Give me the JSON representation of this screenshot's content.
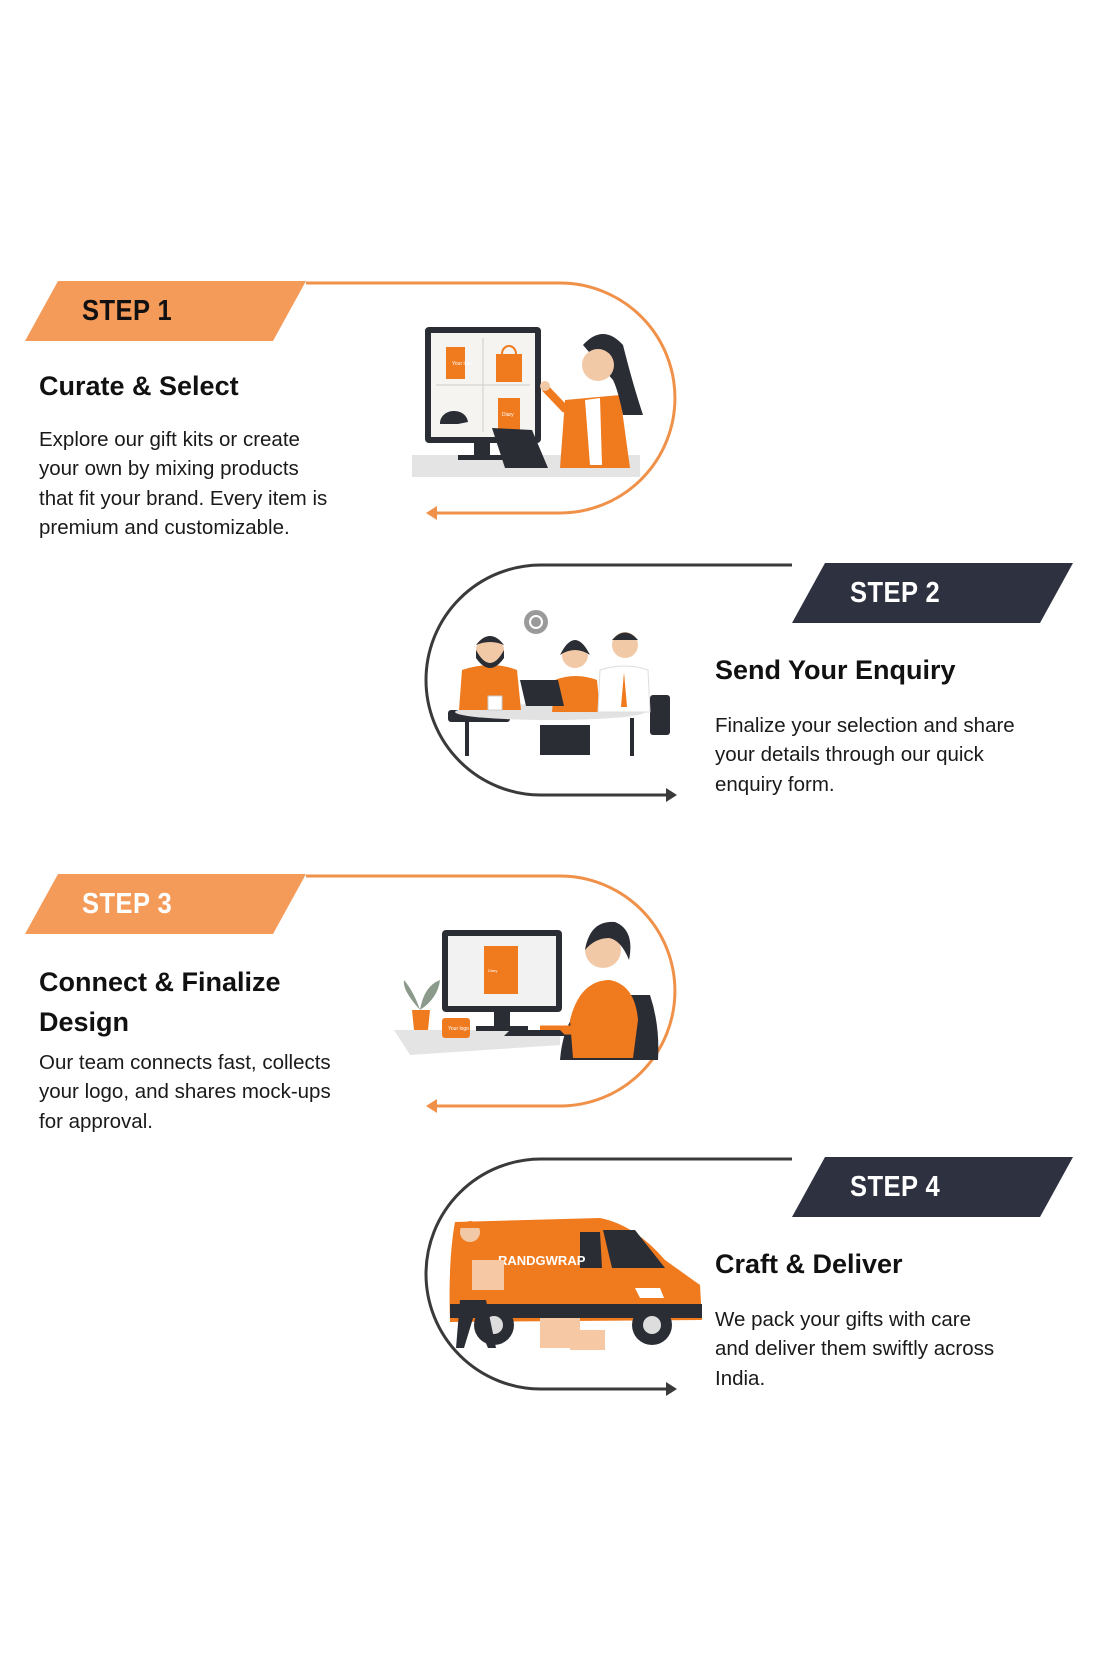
{
  "colors": {
    "accent_orange": "#F59B5A",
    "arc_orange": "#F0914A",
    "dark": "#2E3140",
    "arc_dark": "#3A3A3A"
  },
  "steps": [
    {
      "label": "STEP 1",
      "title": "Curate & Select",
      "body": [
        "Explore our gift kits or create",
        "your own by mixing products",
        "that fit your brand. Every item is",
        "premium and customizable."
      ]
    },
    {
      "label": "STEP 2",
      "title": "Send Your Enquiry",
      "body": [
        "Finalize your selection and share",
        "your details through our quick",
        "enquiry form."
      ]
    },
    {
      "label": "STEP 3",
      "title": "Connect & Finalize Design",
      "body": [
        "Our team connects fast, collects",
        "your logo, and shares mock-ups",
        "for approval."
      ]
    },
    {
      "label": "STEP 4",
      "title": "Craft & Deliver",
      "body": [
        "We pack your gifts with care",
        "and deliver them swiftly across",
        "India."
      ]
    }
  ],
  "illustration_labels": {
    "your_logo": "Your logo",
    "diary": "Diary",
    "van_brand": "RANDGWRAP"
  }
}
